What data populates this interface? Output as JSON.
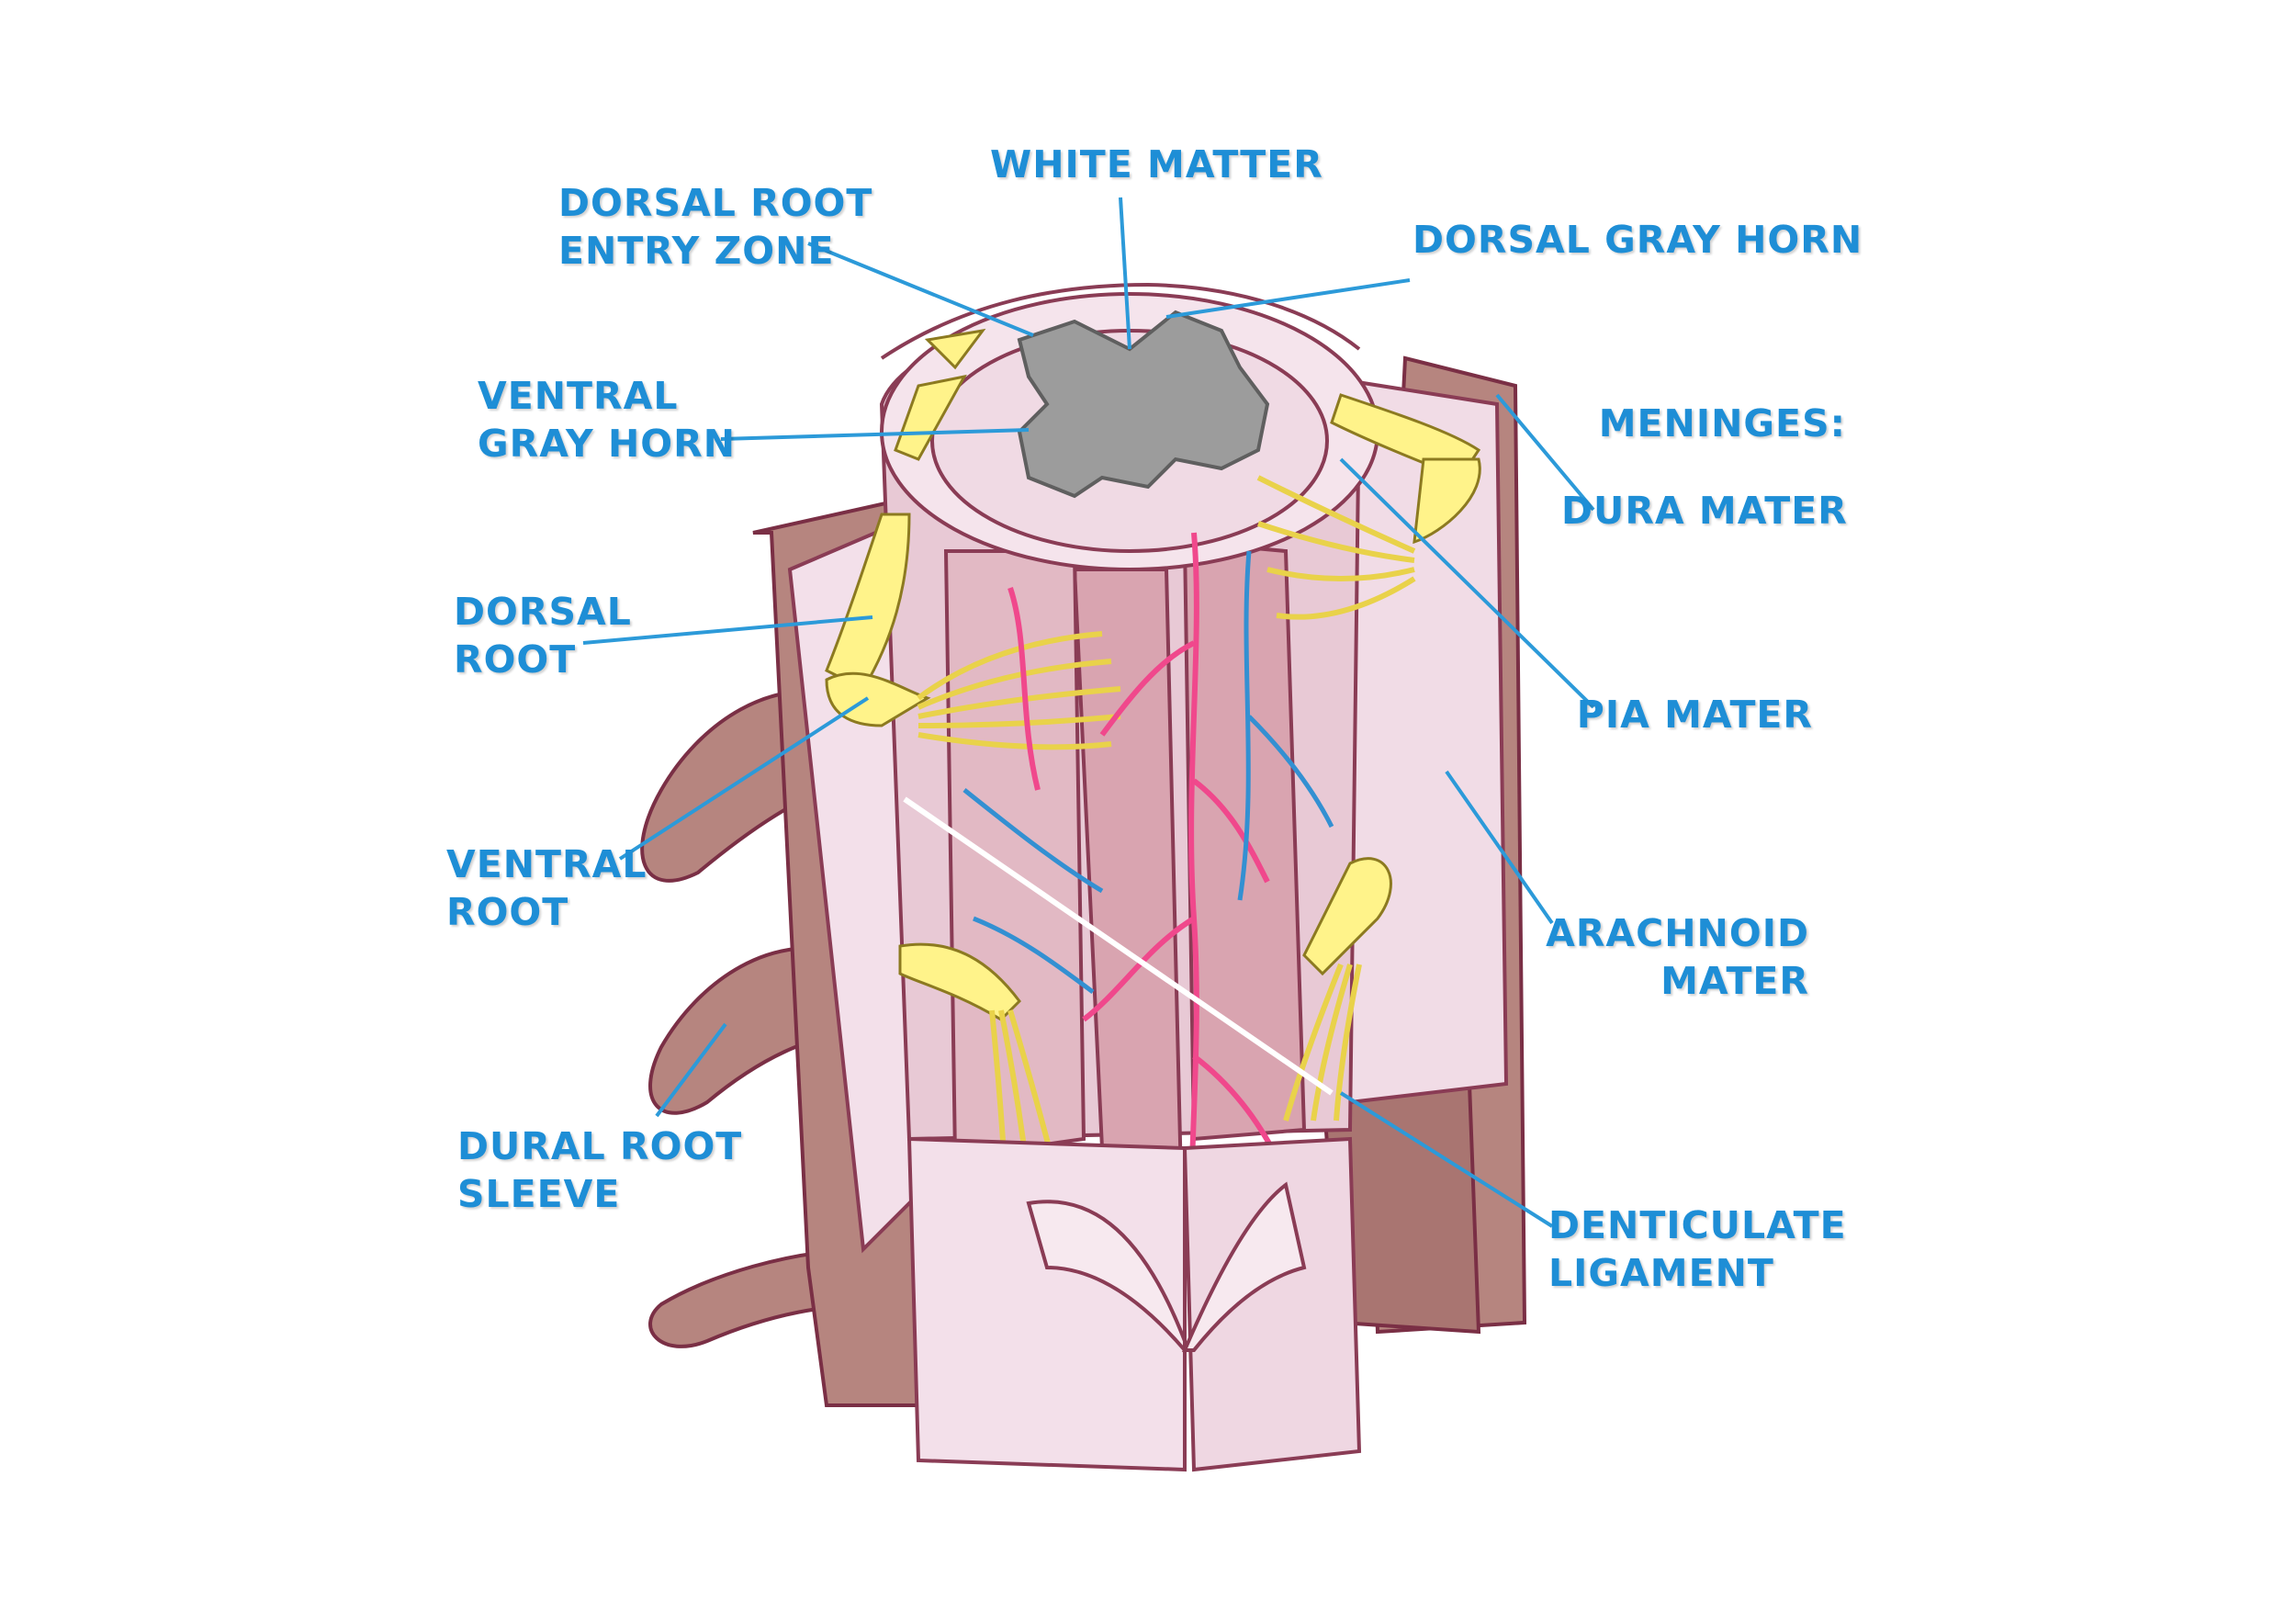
{
  "colors": {
    "label": "#1E8ED6",
    "leader": "#2C9AD9",
    "tissue_light": "#F3E0EA",
    "tissue_mid": "#E4C3D0",
    "outline": "#8A3C55",
    "dura_brown": "#B6857F",
    "gray_matter": "#9C9C9C",
    "nerve_yellow": "#FFF38A",
    "artery_pink": "#F0488C",
    "vein_blue": "#3390D2"
  },
  "labels": {
    "white_matter": "WHITE MATTER",
    "dorsal_root_entry_zone": [
      "DORSAL ROOT",
      "ENTRY ZONE"
    ],
    "dorsal_gray_horn": "DORSAL GRAY HORN",
    "ventral_gray_horn": [
      "VENTRAL",
      "GRAY HORN"
    ],
    "meninges": "MENINGES:",
    "dura_mater": "DURA MATER",
    "dorsal_root": [
      "DORSAL",
      "ROOT"
    ],
    "pia_mater": "PIA MATER",
    "ventral_root": [
      "VENTRAL",
      "ROOT"
    ],
    "arachnoid_mater": [
      "ARACHNOID",
      "MATER"
    ],
    "dural_root_sleeve": [
      "DURAL ROOT",
      "SLEEVE"
    ],
    "denticulate_ligament": [
      "DENTICULATE",
      "LIGAMENT"
    ]
  }
}
